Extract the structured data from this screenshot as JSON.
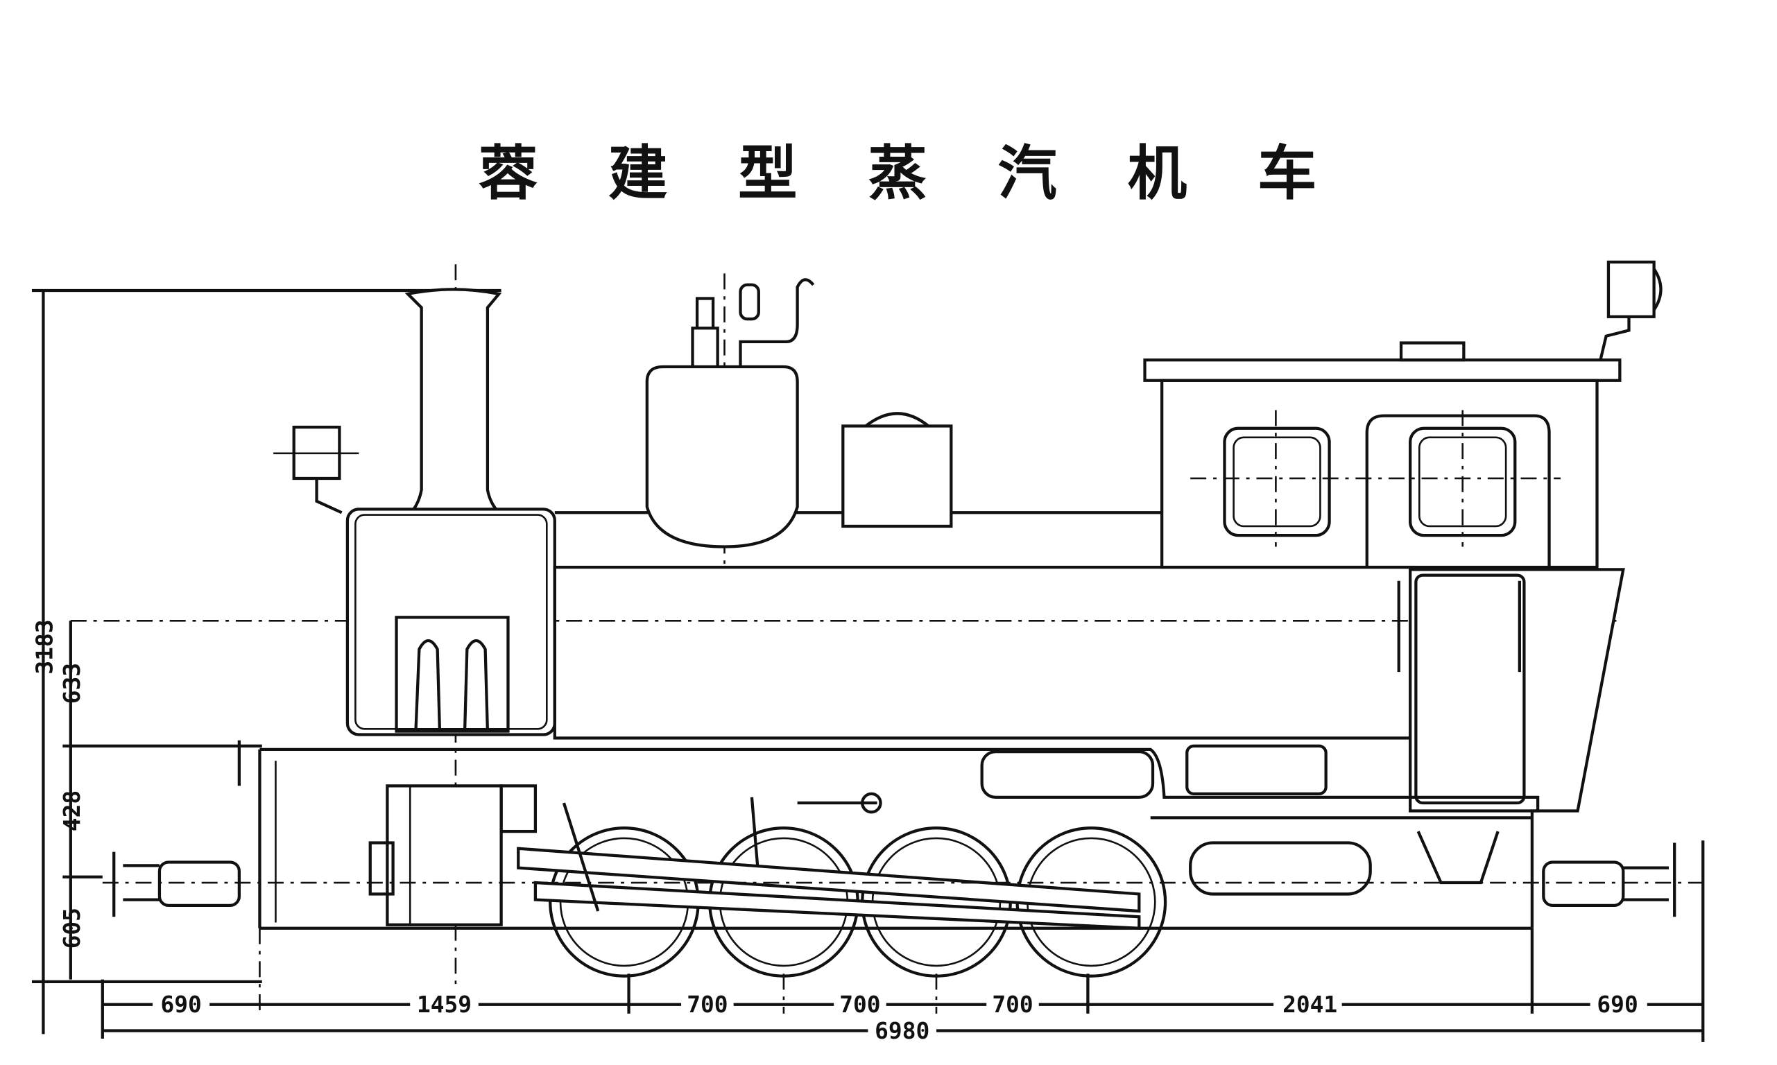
{
  "title": "蓉建型蒸汽机车",
  "dimensions": {
    "vertical": {
      "total_height": "3183",
      "boiler_center_to_frame": "633",
      "frame_to_buffer": "428",
      "buffer_height": "605"
    },
    "horizontal": [
      "690",
      "1459",
      "700",
      "700",
      "700",
      "2041",
      "690"
    ],
    "total_length": "6980"
  }
}
